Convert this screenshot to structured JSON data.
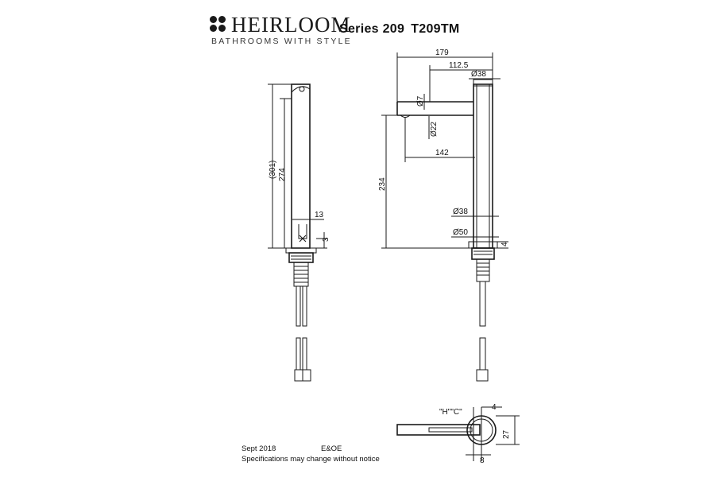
{
  "brand": {
    "name": "HEIRLOOM",
    "tagline": "BATHROOMS WITH STYLE"
  },
  "header": {
    "series": "Series 209",
    "model": "T209TM"
  },
  "side_view": {
    "dims": {
      "overall": "(301)",
      "body": "274",
      "hole": "13",
      "base": "3"
    }
  },
  "front_view": {
    "dims": {
      "width": "179",
      "reach": "112.5",
      "top_dia": "Ø38",
      "handle_dia": "Ø7",
      "outlet_dia": "Ø22",
      "spout_reach": "142",
      "height": "234",
      "body_dia": "Ø38",
      "base_dia": "Ø50",
      "base_h": "4"
    }
  },
  "top_view": {
    "dims": {
      "hot_cold": "\"H\"\"C\"",
      "offset": "4",
      "depth": "27",
      "gap": "8"
    }
  },
  "footer": {
    "date": "Sept 2018",
    "eoe": "E&OE",
    "notice": "Specifications may change without notice"
  }
}
